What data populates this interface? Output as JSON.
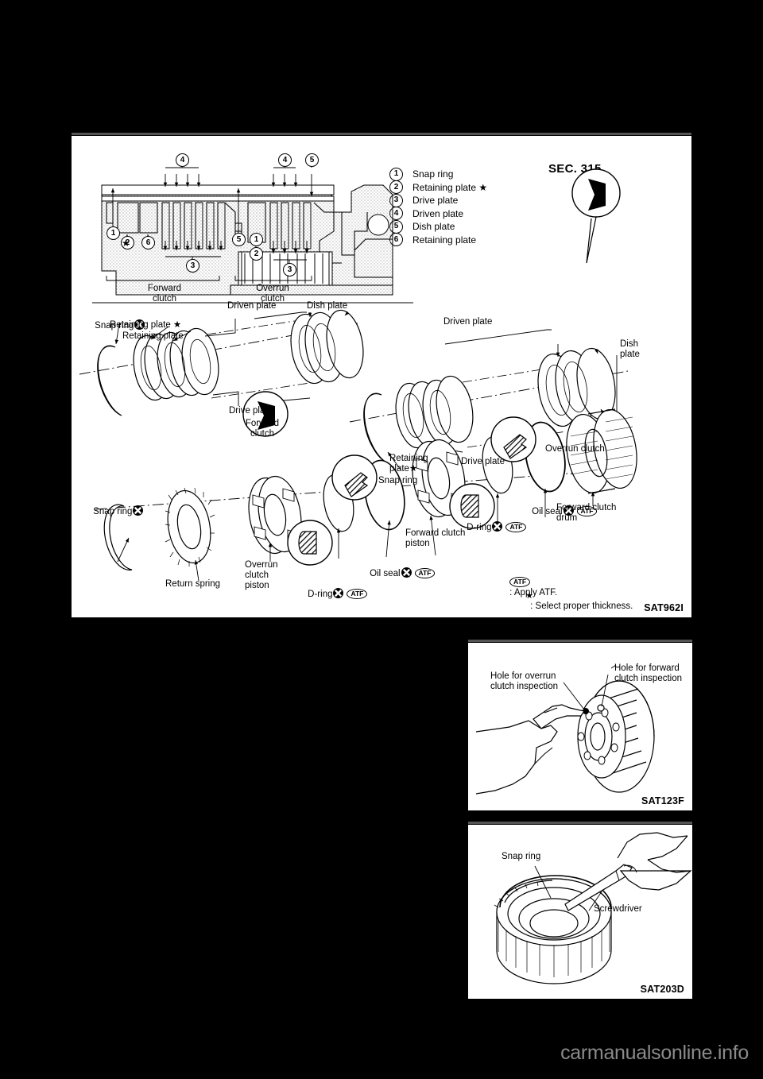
{
  "page": {
    "section_label": "SEC. 315",
    "watermark": "carmanualsonline.info"
  },
  "main_figure": {
    "figure_id": "SAT962I",
    "parts_legend": [
      {
        "num": "1",
        "label": "Snap ring"
      },
      {
        "num": "2",
        "label": "Retaining plate ★"
      },
      {
        "num": "3",
        "label": "Drive plate"
      },
      {
        "num": "4",
        "label": "Driven plate"
      },
      {
        "num": "5",
        "label": "Dish plate"
      },
      {
        "num": "6",
        "label": "Retaining plate"
      }
    ],
    "section_view": {
      "forward_clutch": "Forward\nclutch",
      "overrun_clutch": "Overrun\nclutch",
      "callouts": [
        "4",
        "4",
        "5",
        "1",
        "2",
        "6",
        "3",
        "5",
        "1",
        "2",
        "3"
      ]
    },
    "exploded_labels": {
      "fwd_snap_ring": "Snap ring",
      "fwd_retaining_plate_star": "Retaining plate ★",
      "fwd_retaining_plate": "Retaining plate",
      "fwd_driven_plate": "Driven plate",
      "fwd_dish_plate": "Dish plate",
      "fwd_drive_plate": "Drive plate",
      "fwd_clutch_group": "Forward\nclutch",
      "ovr_driven_plate": "Driven plate",
      "ovr_dish_plate": "Dish\nplate",
      "ovr_retaining_plate_star": "Retaining\nplate★",
      "ovr_snap_ring": "Snap ring",
      "ovr_drive_plate": "Drive plate",
      "ovr_clutch_group": "Overrun clutch",
      "return_spring": "Return spring",
      "overrun_clutch_piston": "Overrun\nclutch\npiston",
      "overrun_snap_ring": "Snap ring",
      "overrun_d_ring": "D-ring",
      "overrun_oil_seal": "Oil seal",
      "forward_clutch_piston": "Forward clutch\npiston",
      "forward_d_ring": "D-ring",
      "forward_oil_seal": "Oil seal",
      "forward_clutch_drum": "Forward clutch\ndrum"
    },
    "notes": [
      {
        "symbol": "ATF",
        "text": ": Apply ATF."
      },
      {
        "symbol": "★",
        "text": ": Select proper thickness."
      }
    ]
  },
  "inspection_figure": {
    "figure_id": "SAT123F",
    "labels": {
      "overrun_hole": "Hole for overrun\nclutch inspection",
      "forward_hole": "Hole for forward\nclutch inspection"
    }
  },
  "snapring_figure": {
    "figure_id": "SAT203D",
    "labels": {
      "snap_ring": "Snap ring",
      "screwdriver": "Screwdriver"
    }
  }
}
